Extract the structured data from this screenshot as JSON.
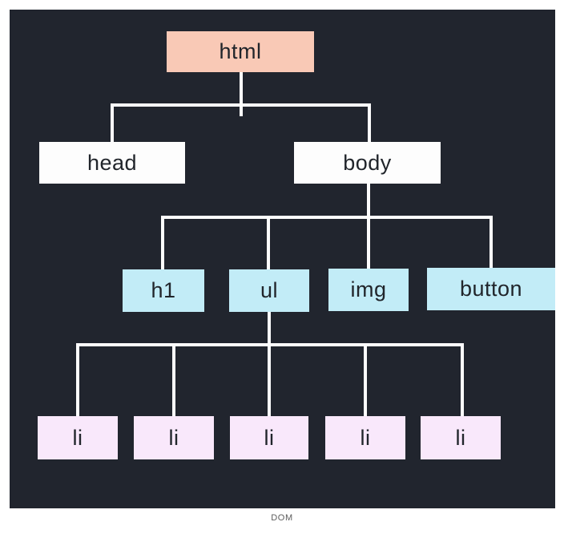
{
  "caption": "DOM",
  "tree": {
    "label": "html",
    "children": [
      {
        "label": "head",
        "children": []
      },
      {
        "label": "body",
        "children": [
          {
            "label": "h1",
            "children": []
          },
          {
            "label": "ul",
            "children": [
              {
                "label": "li"
              },
              {
                "label": "li"
              },
              {
                "label": "li"
              },
              {
                "label": "li"
              },
              {
                "label": "li"
              }
            ]
          },
          {
            "label": "img",
            "children": []
          },
          {
            "label": "button",
            "children": []
          }
        ]
      }
    ]
  },
  "colors": {
    "page_background": "#ffffff",
    "panel_background": "#21252e",
    "connector": "#fdfdfd",
    "node_text": "#21252b",
    "root_node": "#f9c9b6",
    "level1_node": "#fdfdfd",
    "level2_node": "#c2ecf7",
    "level3_node": "#f9e8fb",
    "caption_text": "#5c5c5c"
  }
}
